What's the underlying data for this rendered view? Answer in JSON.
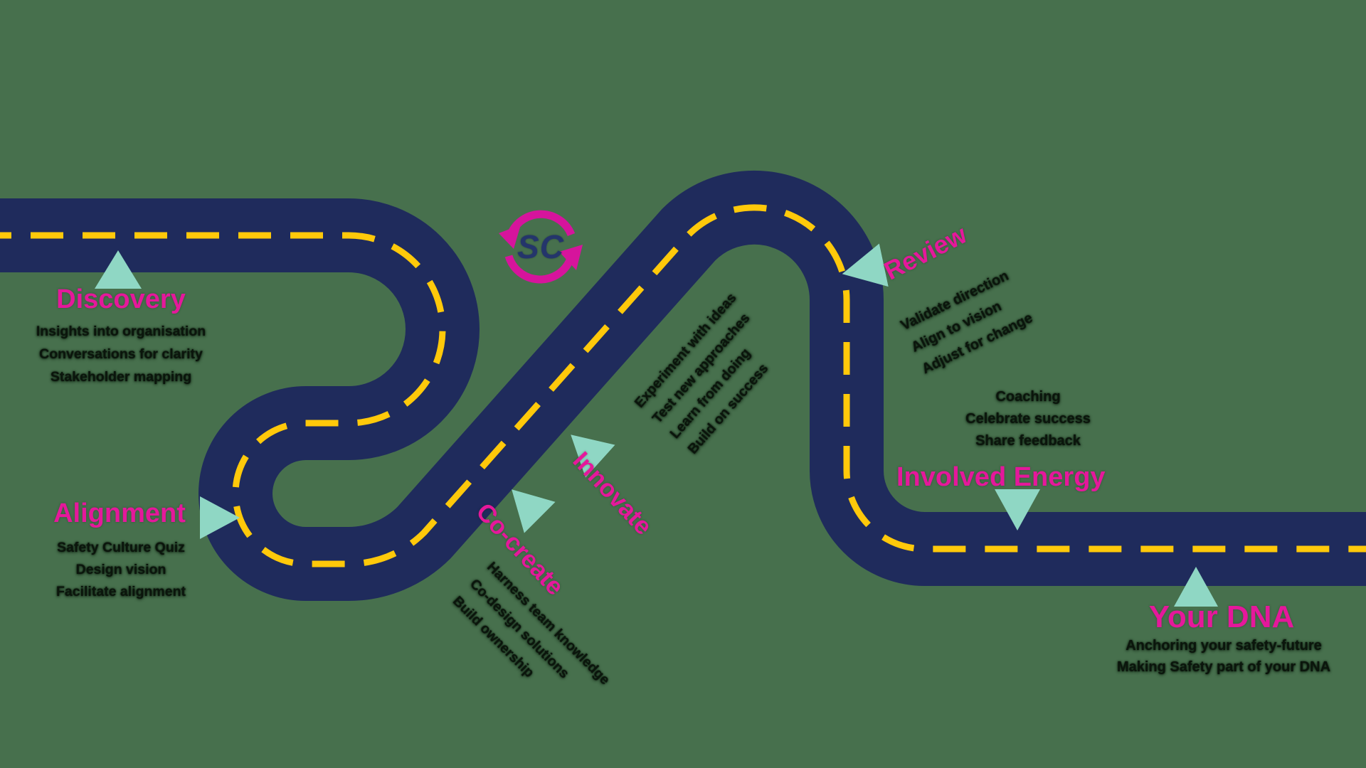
{
  "colors": {
    "bg": "#47704D",
    "road": "#1F2B5C",
    "line": "#FFC90A",
    "pink": "#E5189B",
    "teal": "#8FD7C4",
    "dark": "#0B150C"
  },
  "logo": {
    "text": "SC"
  },
  "stages": {
    "discovery": {
      "title": "Discovery",
      "lines": [
        "Insights into organisation",
        "Conversations for clarity",
        "Stakeholder mapping"
      ]
    },
    "alignment": {
      "title": "Alignment",
      "lines": [
        "Safety Culture Quiz",
        "Design vision",
        "Facilitate alignment"
      ]
    },
    "cocreate": {
      "title": "Co-create",
      "lines": [
        "Harness team knowledge",
        "Co-design solutions",
        "Build ownership"
      ]
    },
    "innovate": {
      "title": "Innovate",
      "lines": [
        "Experiment with ideas",
        "Test new approaches",
        "Learn from doing",
        "Build on success"
      ]
    },
    "review": {
      "title": "Review",
      "lines": [
        "Validate direction",
        "Align to vision",
        "Adjust for change"
      ]
    },
    "coaching": {
      "lines": [
        "Coaching",
        "Celebrate success",
        "Share feedback"
      ]
    },
    "involved_energy": {
      "title": "Involved Energy"
    },
    "your_dna": {
      "title": "Your DNA",
      "lines": [
        "Anchoring your safety-future",
        "Making Safety part of your DNA"
      ]
    }
  }
}
